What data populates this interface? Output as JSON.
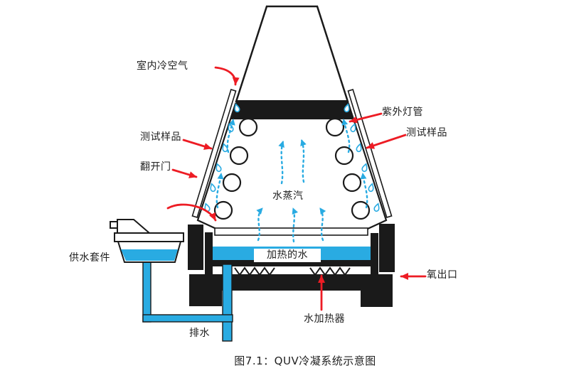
{
  "diagram": {
    "caption": "图7.1：QUV冷凝系统示意图",
    "labels": {
      "indoor_cold_air": "室内冷空气",
      "test_sample_left": "测试样品",
      "flip_door": "翻开门",
      "water_supply_kit": "供水套件",
      "drain": "排水",
      "water_vapor": "水蒸汽",
      "heated_water": "加热的水",
      "water_heater": "水加热器",
      "uv_lamp": "紫外灯管",
      "test_sample_right": "测试样品",
      "oxygen_outlet": "氧出口"
    },
    "colors": {
      "line_black": "#1a1a1a",
      "water_blue": "#29ABE2",
      "arrow_red": "#ED1C24",
      "background": "#ffffff"
    }
  }
}
